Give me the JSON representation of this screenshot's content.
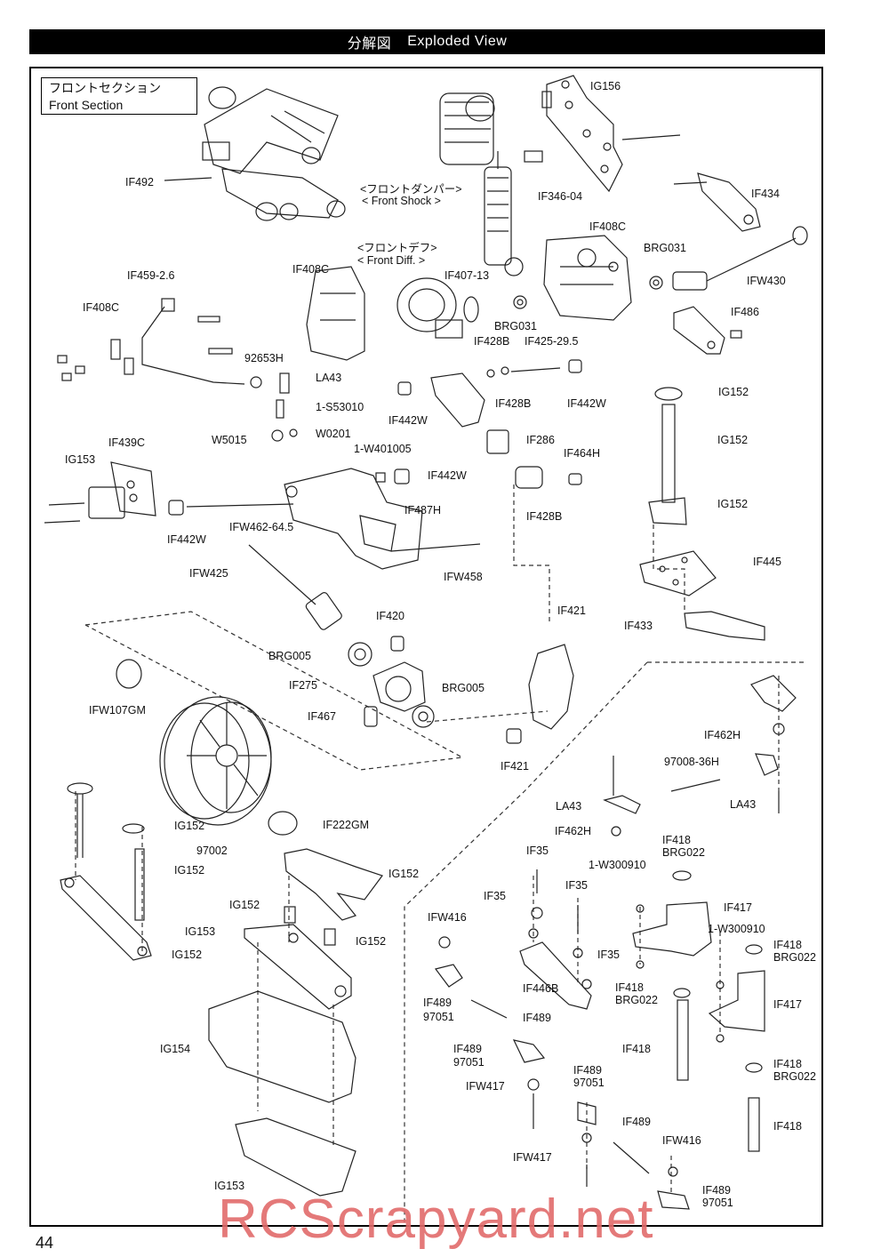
{
  "header": {
    "jp": "分解図",
    "en": "Exploded View"
  },
  "section": {
    "jp": "フロントセクション",
    "en": "Front Section"
  },
  "labels": {
    "ig156": "IG156",
    "if492": "IF492",
    "front_shock_jp": "<フロントダンパー>",
    "front_shock_en": "< Front Shock >",
    "if346_04": "IF346-04",
    "if434": "IF434",
    "if408c_right": "IF408C",
    "brg031_a": "BRG031",
    "front_diff_jp": "<フロントデフ>",
    "front_diff_en": "< Front Diff. >",
    "if459": "IF459-2.6",
    "if408c_mid": "IF408C",
    "if407": "IF407-13",
    "if408c_left": "IF408C",
    "brg031_b": "BRG031",
    "ifw430": "IFW430",
    "if486": "IF486",
    "if428b_a": "IF428B",
    "if425": "IF425-29.5",
    "n92653h": "92653H",
    "la43_a": "LA43",
    "s53010": "1-S53010",
    "if442w_a": "IF442W",
    "if428b_b": "IF428B",
    "if442w_b": "IF442W",
    "ig152_a": "IG152",
    "w5015": "W5015",
    "w0201": "W0201",
    "if286": "IF286",
    "ig152_b": "IG152",
    "w401005": "1-W401005",
    "if439c": "IF439C",
    "ig153_a": "IG153",
    "if442w_c": "IF442W",
    "if464h": "IF464H",
    "if487h": "IF487H",
    "if428b_c": "IF428B",
    "ig152_c": "IG152",
    "if442w_d": "IF442W",
    "ifw462": "IFW462-64.5",
    "if445": "IF445",
    "ifw458": "IFW458",
    "ifw425": "IFW425",
    "if420": "IF420",
    "if421_a": "IF421",
    "if433": "IF433",
    "brg005_a": "BRG005",
    "if275": "IF275",
    "brg005_b": "BRG005",
    "ifw107gm": "IFW107GM",
    "if467": "IF467",
    "if462h_a": "IF462H",
    "if421_b": "IF421",
    "n97008": "97008-36H",
    "la43_b": "LA43",
    "la43_c": "LA43",
    "if222gm": "IF222GM",
    "ig152_d": "IG152",
    "if462h_b": "IF462H",
    "n97002": "97002",
    "ig152_e": "IG152",
    "if35_a": "IF35",
    "w300910_a": "1-W300910",
    "if418_a": "IF418",
    "brg022_a": "BRG022",
    "ig152_f": "IG152",
    "if35_b": "IF35",
    "if35_c": "IF35",
    "ig152_g": "IG152",
    "if417_a": "IF417",
    "ig153_b": "IG153",
    "ig152_h": "IG152",
    "ifw416_a": "IFW416",
    "w300910_b": "1-W300910",
    "if418_b": "IF418",
    "brg022_b": "BRG022",
    "ig152_i": "IG152",
    "if35_d": "IF35",
    "if489_a": "IF489",
    "n97051_a": "97051",
    "if446b": "IF446B",
    "if418_c": "IF418",
    "brg022_c": "BRG022",
    "if417_b": "IF417",
    "if489_b": "IF489",
    "ig154": "IG154",
    "if418_d": "IF418",
    "if489_c": "IF489",
    "n97051_b": "97051",
    "if418_e": "IF418",
    "brg022_d": "BRG022",
    "ifw417_a": "IFW417",
    "if489_d": "IF489",
    "n97051_c": "97051",
    "if489_e": "IF489",
    "if418_f": "IF418",
    "ifw416_b": "IFW416",
    "ifw417_b": "IFW417",
    "ig153_c": "IG153",
    "if489_f": "IF489",
    "n97051_d": "97051"
  },
  "page_number": "44",
  "watermark": "RCScrapyard.net"
}
